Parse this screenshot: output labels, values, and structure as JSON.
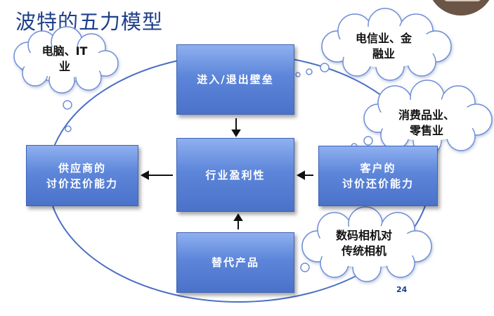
{
  "title": "波特的五力模型",
  "forces": {
    "entry": {
      "lines": [
        "进入/退出壁垒"
      ]
    },
    "center": {
      "lines": [
        "行业盈利性"
      ]
    },
    "supplier": {
      "lines": [
        "供应商的",
        "讨价还价能力"
      ]
    },
    "customer": {
      "lines": [
        "客户的",
        "讨价还价能力"
      ]
    },
    "substitute": {
      "lines": [
        "替代产品"
      ]
    }
  },
  "clouds": {
    "pc": {
      "lines": [
        "电脑、IT",
        "业"
      ]
    },
    "telecom": {
      "lines": [
        "电信业、金",
        "融业"
      ]
    },
    "consumer": {
      "lines": [
        "消费品业、",
        "零售业"
      ]
    },
    "camera": {
      "lines": [
        "数码相机对",
        "传统相机"
      ]
    }
  },
  "page_number": "24",
  "colors": {
    "title": "#1f3f8a",
    "box": "#5d86da",
    "ring": "#4a6fc4",
    "cloud_fill": "#ffffff",
    "cloud_stroke": "#6f8fd6"
  }
}
